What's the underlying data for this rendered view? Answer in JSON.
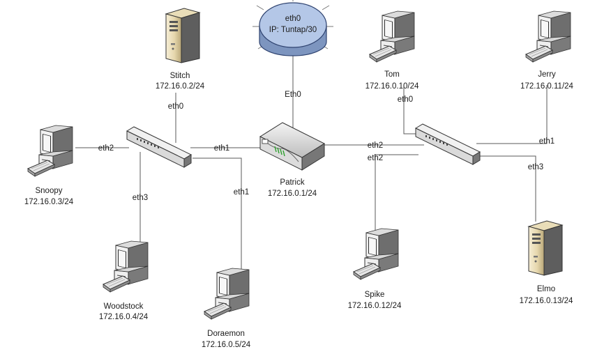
{
  "router": {
    "line1": "eth0",
    "line2": "IP: Tuntap/30"
  },
  "patrick": {
    "name": "Patrick",
    "ip": "172.16.0.1/24"
  },
  "stitch": {
    "name": "Stitch",
    "ip": "172.16.0.2/24"
  },
  "snoopy": {
    "name": "Snoopy",
    "ip": "172.16.0.3/24"
  },
  "woodstock": {
    "name": "Woodstock",
    "ip": "172.16.0.4/24"
  },
  "doraemon": {
    "name": "Doraemon",
    "ip": "172.16.0.5/24"
  },
  "tom": {
    "name": "Tom",
    "ip": "172.16.0.10/24"
  },
  "jerry": {
    "name": "Jerry",
    "ip": "172.16.0.11/24"
  },
  "spike": {
    "name": "Spike",
    "ip": "172.16.0.12/24"
  },
  "elmo": {
    "name": "Elmo",
    "ip": "172.16.0.13/24"
  },
  "ports": {
    "router_uplink": "Eth0",
    "stitch": "eth0",
    "snoopy": "eth2",
    "left_switch_to_patrick": "eth1",
    "woodstock": "eth3",
    "doraemon": "eth1",
    "patrick_to_right_switch": "eth2",
    "tom": "eth0",
    "jerry": "eth1",
    "spike": "eth2",
    "elmo": "eth3"
  }
}
